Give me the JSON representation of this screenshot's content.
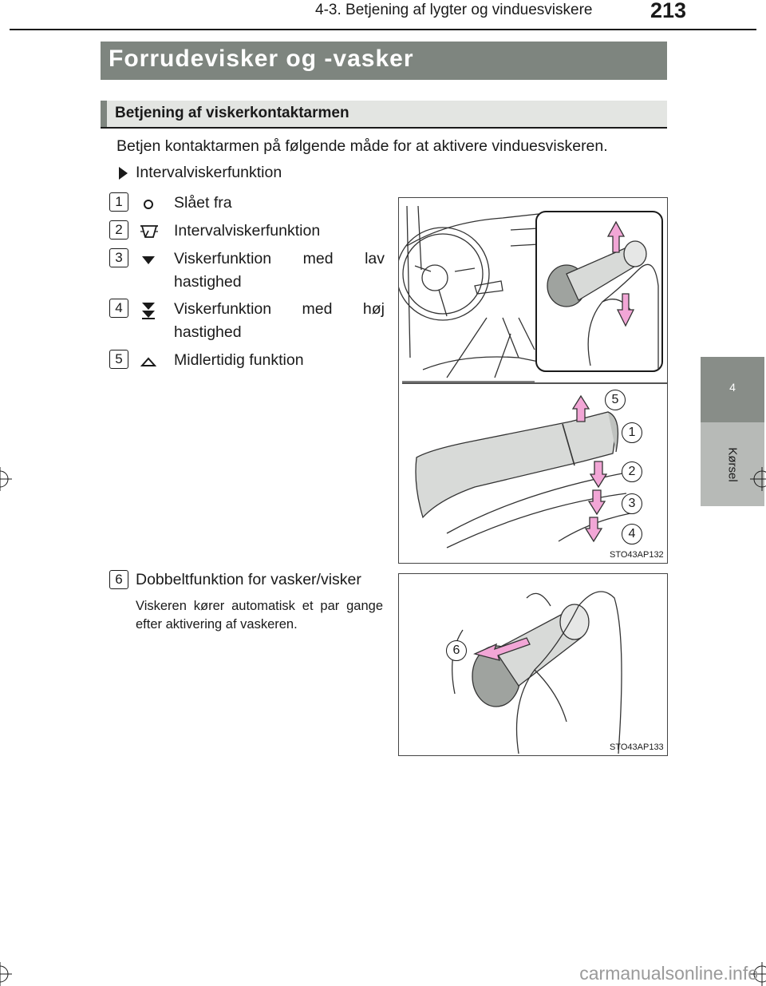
{
  "header": {
    "section": "4-3. Betjening af lygter og vinduesviskere",
    "page_number": "213"
  },
  "side_tab": {
    "number": "4",
    "label": "Kørsel"
  },
  "title": "Forrudevisker og -vasker",
  "subheading": "Betjening af viskerkontaktarmen",
  "intro": "Betjen kontaktarmen på følgende måde for at aktivere vinduesviskeren.",
  "bullet": "Intervalviskerfunktion",
  "items": [
    {
      "num": "1",
      "icon": "off-circle-icon",
      "label": "Slået fra"
    },
    {
      "num": "2",
      "icon": "intermittent-wiper-icon",
      "label": "Intervalviskerfunktion"
    },
    {
      "num": "3",
      "icon": "low-speed-arrow-icon",
      "label_line1": "Viskerfunktion med lav",
      "label_line2": "hastighed"
    },
    {
      "num": "4",
      "icon": "high-speed-double-arrow-icon",
      "label_line1": "Viskerfunktion med høj",
      "label_line2": "hastighed"
    },
    {
      "num": "5",
      "icon": "mist-chevron-icon",
      "label": "Midlertidig funktion"
    }
  ],
  "item6": {
    "num": "6",
    "label": "Dobbeltfunktion for vasker/visker",
    "note": "Viskeren kører automatisk et par gange efter aktivering af vaskeren."
  },
  "figures": {
    "fig1_code": "STO43AP132",
    "fig1_callouts": [
      "5",
      "1",
      "2",
      "3",
      "4"
    ],
    "fig2_code": "STO43AP133",
    "fig2_callout": "6"
  },
  "watermark": "carmanualsonline.info",
  "colors": {
    "banner": "#7e857f",
    "subheading_bg": "#e3e5e2",
    "arrow_pink": "#f2a6d6",
    "tab_dark": "#888d88",
    "tab_light": "#b7bab7"
  }
}
